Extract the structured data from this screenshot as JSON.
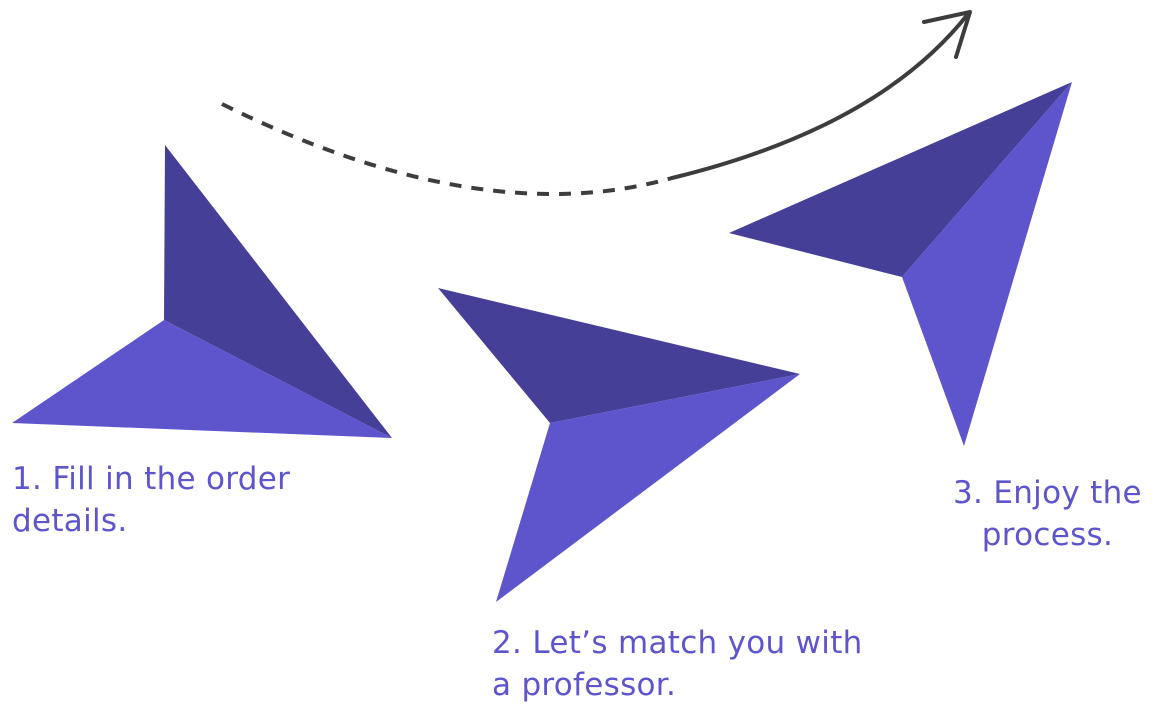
{
  "colors": {
    "dark_face": "#463f98",
    "light_face": "#5e55cd",
    "text": "#5e55cd",
    "arrow": "#3d3d3d"
  },
  "icons": [
    "paper-plane-icon",
    "curved-dashed-arrow-icon"
  ],
  "steps": [
    {
      "line1": "1. Fill in the order",
      "line2": "details."
    },
    {
      "line1": "2. Let’s match you with",
      "line2": "a professor."
    },
    {
      "line1": "3. Enjoy the",
      "line2": "process."
    }
  ]
}
